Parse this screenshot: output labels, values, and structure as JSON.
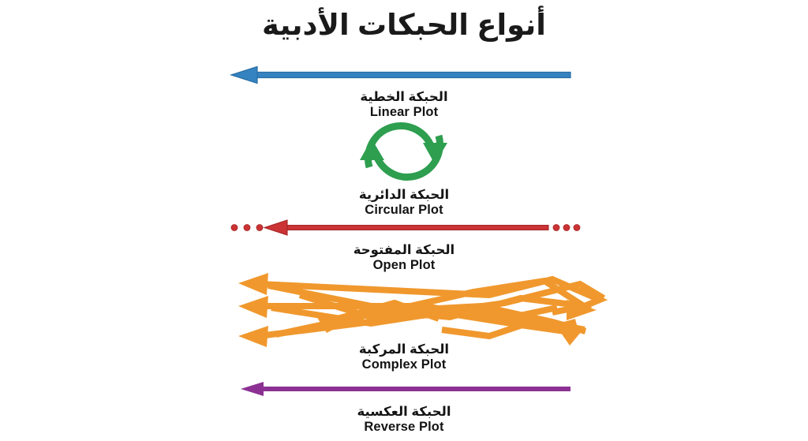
{
  "title": {
    "ar": "أنواع الحبكات الأدبية"
  },
  "colors": {
    "background": "#ffffff",
    "text": "#141414",
    "linear": "#3583c0",
    "linear_edge": "#2a6fa6",
    "circular": "#2e9e4f",
    "open": "#cb3334",
    "open_edge": "#a62526",
    "complex": "#f0982d",
    "reverse": "#8c3193"
  },
  "sections": [
    {
      "id": "linear",
      "icon": "left-arrow-icon",
      "label_ar": "الحبكة الخطية",
      "label_en": "Linear Plot",
      "color": "#3583c0"
    },
    {
      "id": "circular",
      "icon": "circular-arrows-icon",
      "label_ar": "الحبكة الدائرية",
      "label_en": "Circular Plot",
      "color": "#2e9e4f"
    },
    {
      "id": "open",
      "icon": "dotted-left-arrow-icon",
      "label_ar": "الحبكة المفتوحة",
      "label_en": "Open Plot",
      "color": "#cb3334"
    },
    {
      "id": "complex",
      "icon": "tangled-arrows-icon",
      "label_ar": "الحبكة المركبة",
      "label_en": "Complex Plot",
      "color": "#f0982d"
    },
    {
      "id": "reverse",
      "icon": "left-arrow-icon",
      "label_ar": "الحبكة العكسية",
      "label_en": "Reverse Plot",
      "color": "#8c3193"
    }
  ]
}
